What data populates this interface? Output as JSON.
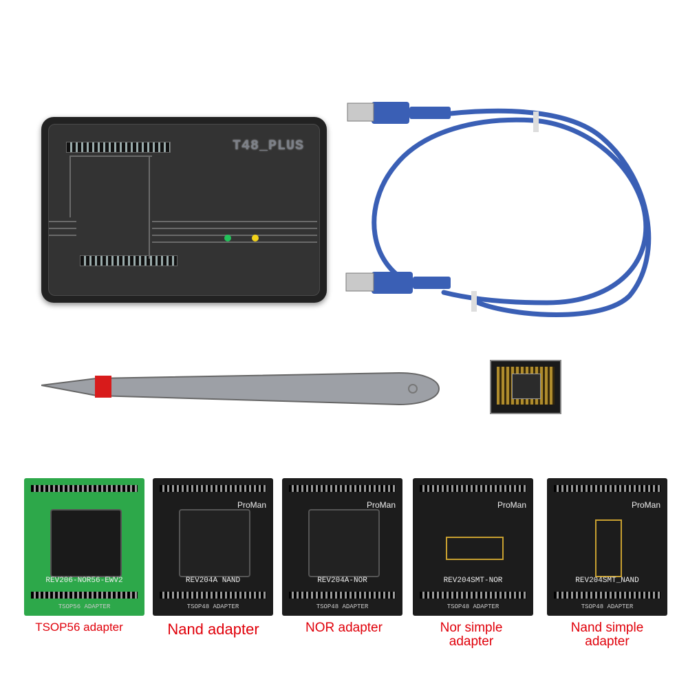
{
  "programmer": {
    "label": "T48_PLUS"
  },
  "adapters": [
    {
      "board_title": "REV206-NOR56-EWV2",
      "brand": "",
      "footer": "TSOP56 ADAPTER",
      "caption": "TSOP56 adapter"
    },
    {
      "board_title": "REV204A NAND",
      "brand": "ProMan",
      "footer": "TSOP48 ADAPTER",
      "caption": "Nand adapter"
    },
    {
      "board_title": "REV204A-NOR",
      "brand": "ProMan",
      "footer": "TSOP48 ADAPTER",
      "caption": "NOR adapter"
    },
    {
      "board_title": "REV204SMT-NOR",
      "brand": "ProMan",
      "footer": "TSOP48 ADAPTER",
      "caption_line1": "Nor simple",
      "caption_line2": "adapter"
    },
    {
      "board_title": "REV204SMT_NAND",
      "brand": "ProMan",
      "footer": "TSOP48 ADAPTER",
      "caption_line1": "Nand simple",
      "caption_line2": "adapter"
    }
  ],
  "colors": {
    "caption": "#e0000a",
    "cable": "#3a5fb5",
    "led_green": "#22c25a",
    "led_yellow": "#f2d21a"
  }
}
